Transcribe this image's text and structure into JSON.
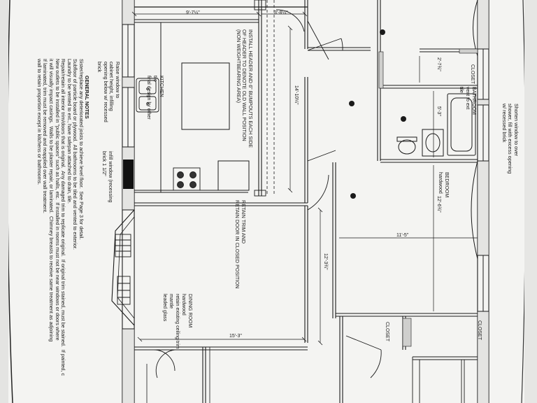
{
  "labels": {
    "kitchen": [
      "KITCHEN",
      "tile",
      "final design by other"
    ],
    "dining": [
      "DINING ROOM",
      "hardwood",
      "retain existing ceiling trim",
      "mantle",
      "leaded glass"
    ],
    "bedroom": [
      "BEDROOM",
      "hardwood"
    ],
    "bathroom": [
      "BATHROOM",
      "vent to ext",
      "tile"
    ],
    "closet_top": "CLOSET",
    "closet_mid": "CLOSET",
    "closet_right": "CLOSET"
  },
  "dimensions": {
    "kitchen_width": "9'-7¼\"",
    "hall_width": "3'-8¼\"",
    "hall_length": "14'-10¼\"",
    "closet_width": "2'-7¾\"",
    "bath_width": "5'-3\"",
    "bedroom_depth": "12'-6¾\"",
    "bedroom_width": "11'-5\"",
    "dining_depth": "12'-3¾\"",
    "dining_width": "15'-3\""
  },
  "notes": {
    "header": "INSTALL HEADER AND 6\" BUMPOUTS EACH SIDE\nOF HEADER TO DENOTE OLD WALL POSITION\n(NON WEIGHTBEARING AREA)",
    "retain": "RETAIN TRIM AND\nRETAIN DOOR IN CLOSED POSITION",
    "window_right": "Shorten window to over\nshower, fill with excess opening\nw/ recessed brick",
    "raise_window": "Raise window to\ncabinet height, infilling\nopening below w/ recessed\nbrick",
    "infill": "infill window (recessing\nbrick 1 1/2\"",
    "general_title": "GENERAL NOTES",
    "general": "Sister/replace any deteriorated joists to achieve level floor.  See Page 3 for detail.\nSubfloor of particle board or plywood.  All bathrooms to be tiled and vented to exterior.\nLaundry to be vented to ext., have safepan attached to drain, tile.\nRepair/retain all interior trim/doors that is original.  Any damaged trim to replicate original.  If original trim stained, must be stained.  If painted, c\nNew outlets to be installed in \"public spaces\" such as halls, etc.  If installed in rooms must not be near windows or doors where\nit will visually impact casings.  Walls to be plaster repair, or laminated.  Chimney breasts to receive same treatment as adjoining\nIf laminated, trim must be removed and reapplied over wall treatment.\nwall to retain proportion except in kitchens or bathrooms."
  }
}
